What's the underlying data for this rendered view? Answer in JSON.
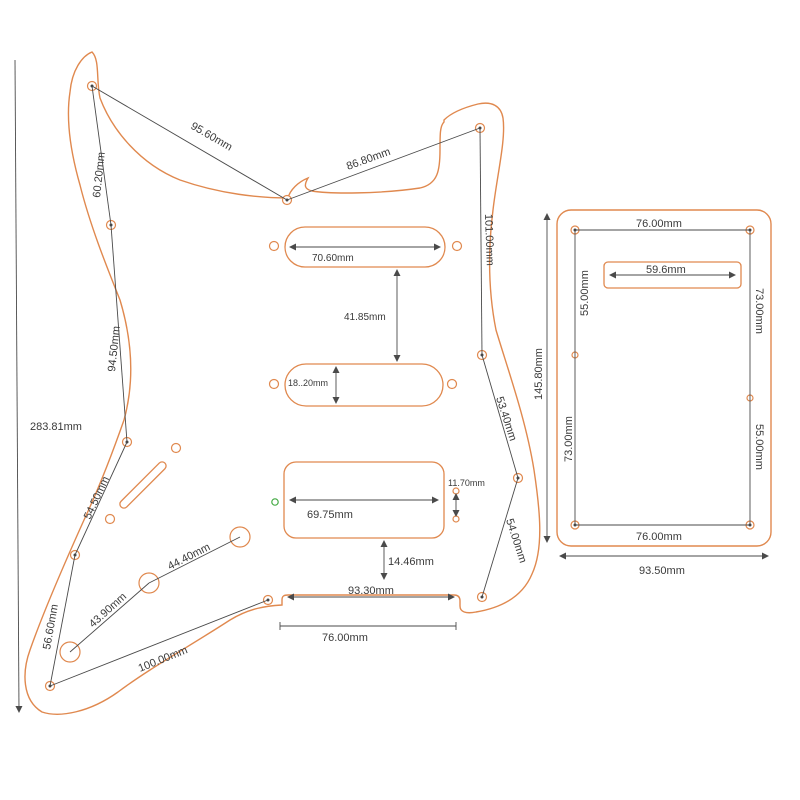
{
  "colors": {
    "outline": "#e0894f",
    "dimension_line": "#4a4a4a",
    "marker_hole": "#44aa44",
    "background": "#ffffff"
  },
  "pickguard": {
    "overall_height": "283.81mm",
    "top_screw_span_left": "95.60mm",
    "top_screw_span_right": "86.80mm",
    "left_upper_spacing": "60.20mm",
    "right_edge_spacing": "101.00mm",
    "neck_pickup_width": "70.60mm",
    "pickup_gap": "41.85mm",
    "middle_pickup_height": "18..20mm",
    "left_mid_spacing": "94.50mm",
    "right_lower_spacing": "53.40mm",
    "left_lower_spacing": "54.50mm",
    "humbucker_width": "69.75mm",
    "humbucker_height": "11.70mm",
    "right_bottom_spacing": "54.00mm",
    "control_spacing_upper": "44.40mm",
    "bridge_cutout_gap": "14.46mm",
    "bridge_cutout_width": "93.30mm",
    "control_spacing_lower": "43.90mm",
    "bottom_left_spacing": "56.60mm",
    "bottom_diagonal": "100.00mm",
    "bridge_span": "76.00mm"
  },
  "backplate": {
    "top_width": "76.00mm",
    "slot_width": "59.6mm",
    "left_upper": "55.00mm",
    "right_upper": "73.00mm",
    "overall_height": "145.80mm",
    "left_lower": "73.00mm",
    "right_lower": "55.00mm",
    "bottom_width": "76.00mm",
    "overall_width": "93.50mm"
  }
}
